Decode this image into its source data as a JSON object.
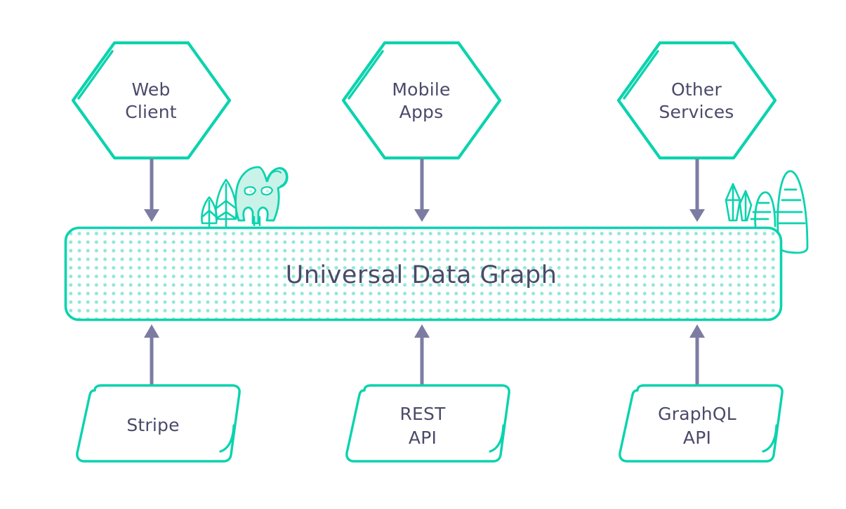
{
  "diagram": {
    "title": "Universal Data Graph",
    "type": "architecture-diagram",
    "background_color": "#ffffff",
    "colors": {
      "teal": "#0BD3AE",
      "teal_dot": "#8FE8D8",
      "mascot_fill": "#C9F2E8",
      "arrow_purple": "#7C7CA3",
      "text_slate": "#4a4a6a"
    }
  },
  "consumers": {
    "group_name": "clients",
    "items": [
      {
        "id": "web-client",
        "line1": "Web",
        "line2": "Client",
        "shape": "hexagon"
      },
      {
        "id": "mobile-apps",
        "line1": "Mobile",
        "line2": "Apps",
        "shape": "hexagon"
      },
      {
        "id": "other-services",
        "line1": "Other",
        "line2": "Services",
        "shape": "hexagon"
      }
    ]
  },
  "graph_layer": {
    "label": "Universal Data Graph",
    "shape": "rounded-rect-dotted"
  },
  "sources": {
    "group_name": "data-sources",
    "items": [
      {
        "id": "stripe",
        "line1": "Stripe",
        "line2": "",
        "shape": "skewed-card"
      },
      {
        "id": "rest-api",
        "line1": "REST",
        "line2": "API",
        "shape": "skewed-card"
      },
      {
        "id": "graphql-api",
        "line1": "GraphQL",
        "line2": "API",
        "shape": "skewed-card"
      }
    ]
  },
  "connectors": {
    "down_arrows": [
      {
        "id": "web-client-to-graph",
        "direction": "down"
      },
      {
        "id": "mobile-apps-to-graph",
        "direction": "down"
      },
      {
        "id": "other-services-to-graph",
        "direction": "down"
      }
    ],
    "up_arrows": [
      {
        "id": "stripe-to-graph",
        "direction": "up"
      },
      {
        "id": "rest-api-to-graph",
        "direction": "up"
      },
      {
        "id": "graphql-api-to-graph",
        "direction": "up"
      }
    ]
  },
  "decorations": [
    {
      "id": "mascot",
      "name": "mascot-creature"
    },
    {
      "id": "trees",
      "name": "trees"
    },
    {
      "id": "crystals",
      "name": "crystals"
    },
    {
      "id": "rocks",
      "name": "rock-formations"
    }
  ]
}
